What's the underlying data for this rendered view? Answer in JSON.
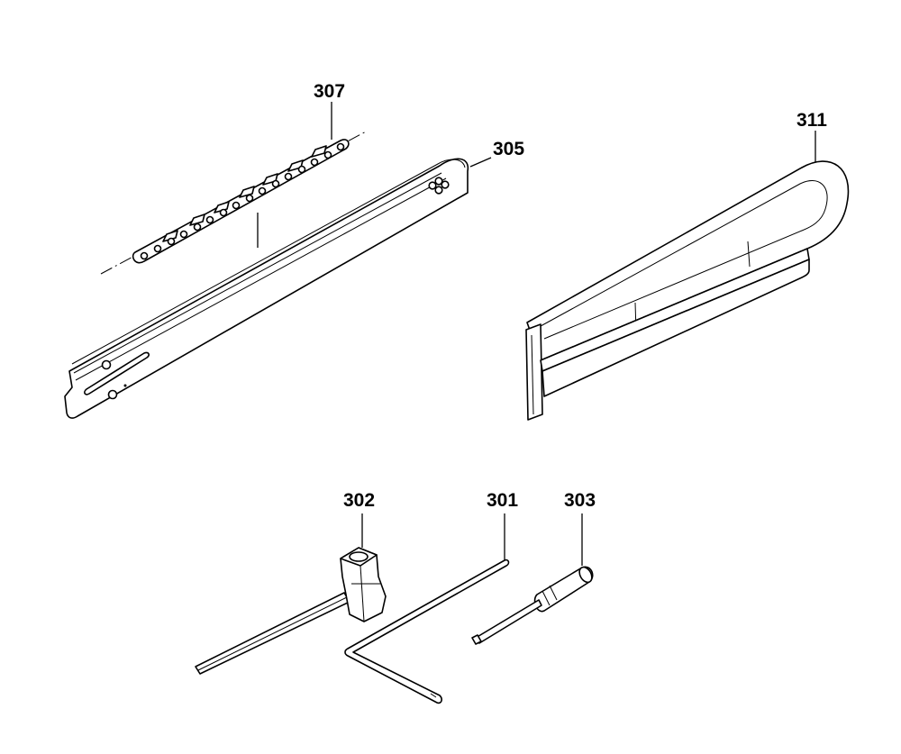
{
  "labels": {
    "chain": "307",
    "bar": "305",
    "cover": "311",
    "spark_wrench": "302",
    "hex_key": "301",
    "screwdriver": "303"
  }
}
